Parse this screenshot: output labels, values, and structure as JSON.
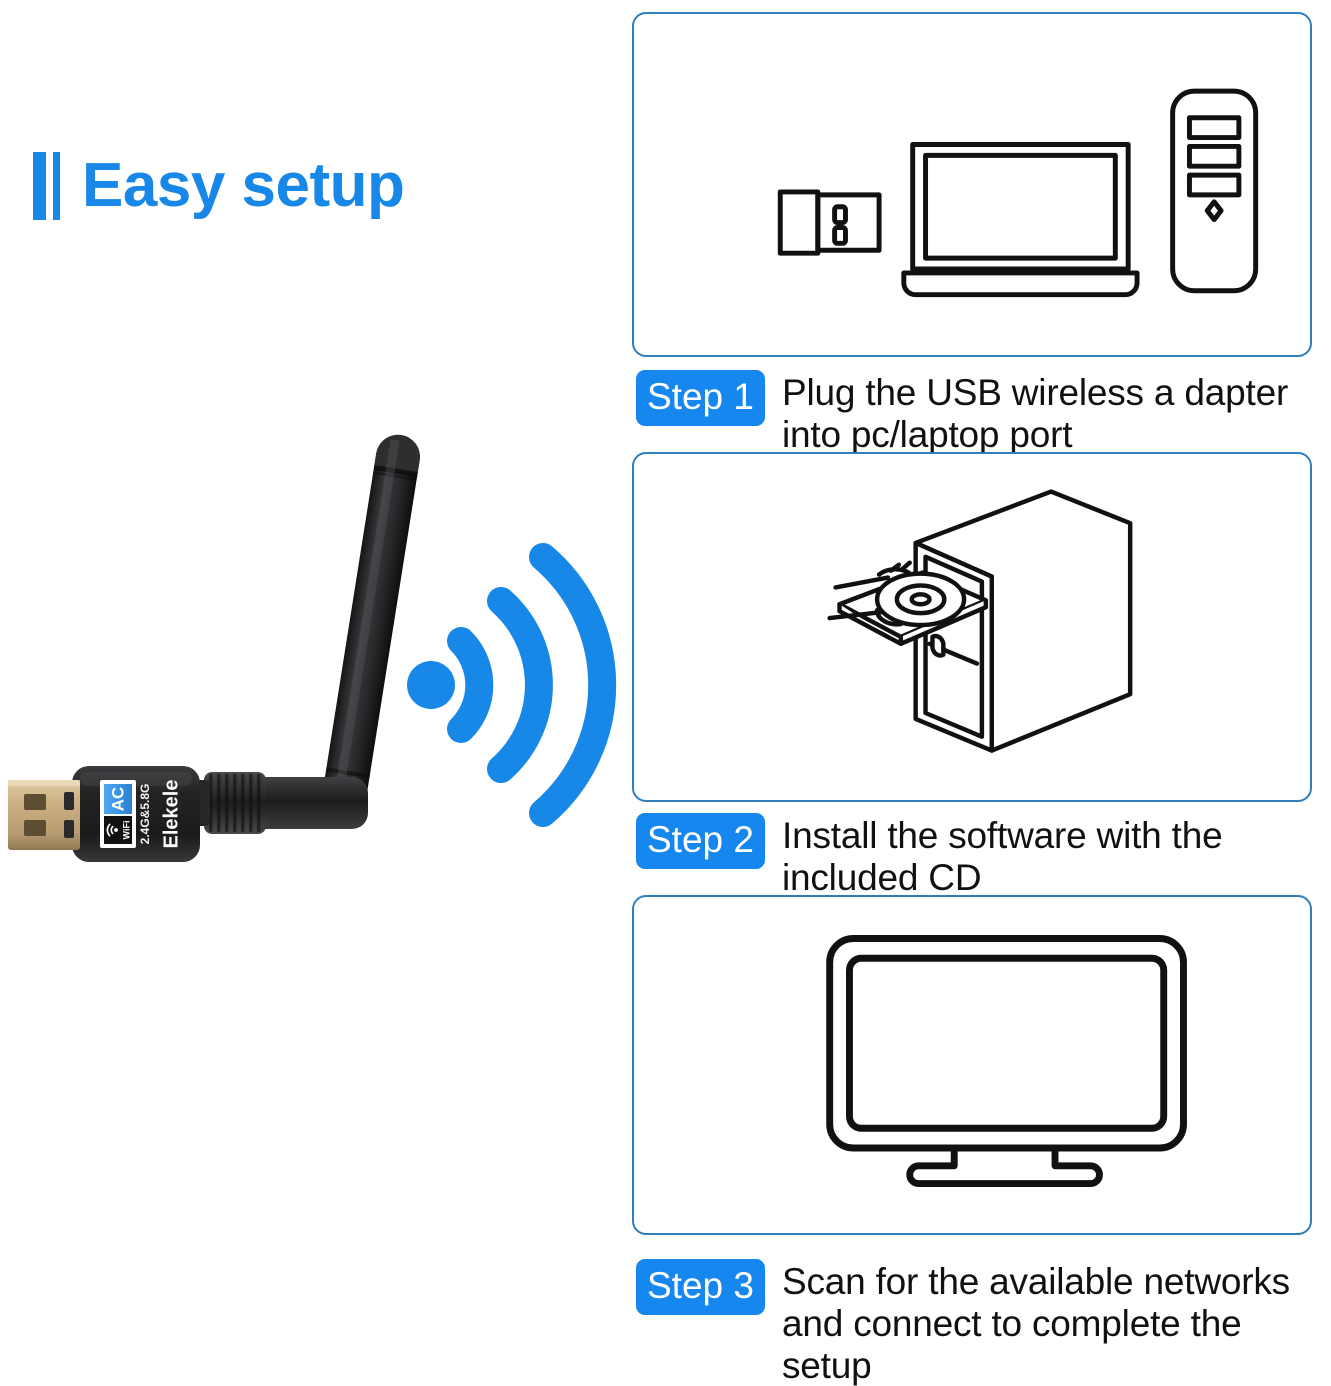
{
  "heading": {
    "text": "Easy setup",
    "accent_color": "#1787e8",
    "rule_icon": "double-bar-icon"
  },
  "colors": {
    "accent_blue": "#1787e8",
    "badge_blue": "#1787f0",
    "panel_border": "#2f7fbf",
    "line_art": "#111111",
    "body_text": "#111111",
    "background": "#ffffff",
    "usb_body": "#232323",
    "usb_connector": "#c9ab7a"
  },
  "product": {
    "name": "usb-wifi-adapter",
    "label": {
      "ac_badge": "AC",
      "wifi_badge": "WiFi",
      "wifi_icon": "wifi-signal-icon",
      "band_text": "2.4G&5.8G",
      "brand_text": "Elekele"
    },
    "parts": {
      "connector": "usb-a-connector",
      "body": "adapter-body",
      "knurled_joint": "antenna-knurled-joint",
      "antenna": "external-antenna"
    }
  },
  "wifi_signal": {
    "icon": "wifi-waves-icon",
    "arcs": 3,
    "color": "#1787e8"
  },
  "steps": [
    {
      "badge": "Step 1",
      "text": "Plug the USB wireless a dapter into pc/laptop port",
      "illustration": "usb-dongle-laptop-desktop-illustration",
      "art_items": [
        "usb-dongle-icon",
        "laptop-icon",
        "pc-tower-icon"
      ]
    },
    {
      "badge": "Step 2",
      "text": "Install the software with the included CD",
      "illustration": "pc-tower-open-cd-tray-illustration",
      "art_items": [
        "pc-tower-isometric-icon",
        "cd-tray-icon",
        "cd-disc-icon",
        "hand-icon"
      ]
    },
    {
      "badge": "Step 3",
      "text": "Scan for the available networks and connect to complete the setup",
      "illustration": "monitor-display-illustration",
      "art_items": [
        "monitor-icon"
      ]
    }
  ]
}
